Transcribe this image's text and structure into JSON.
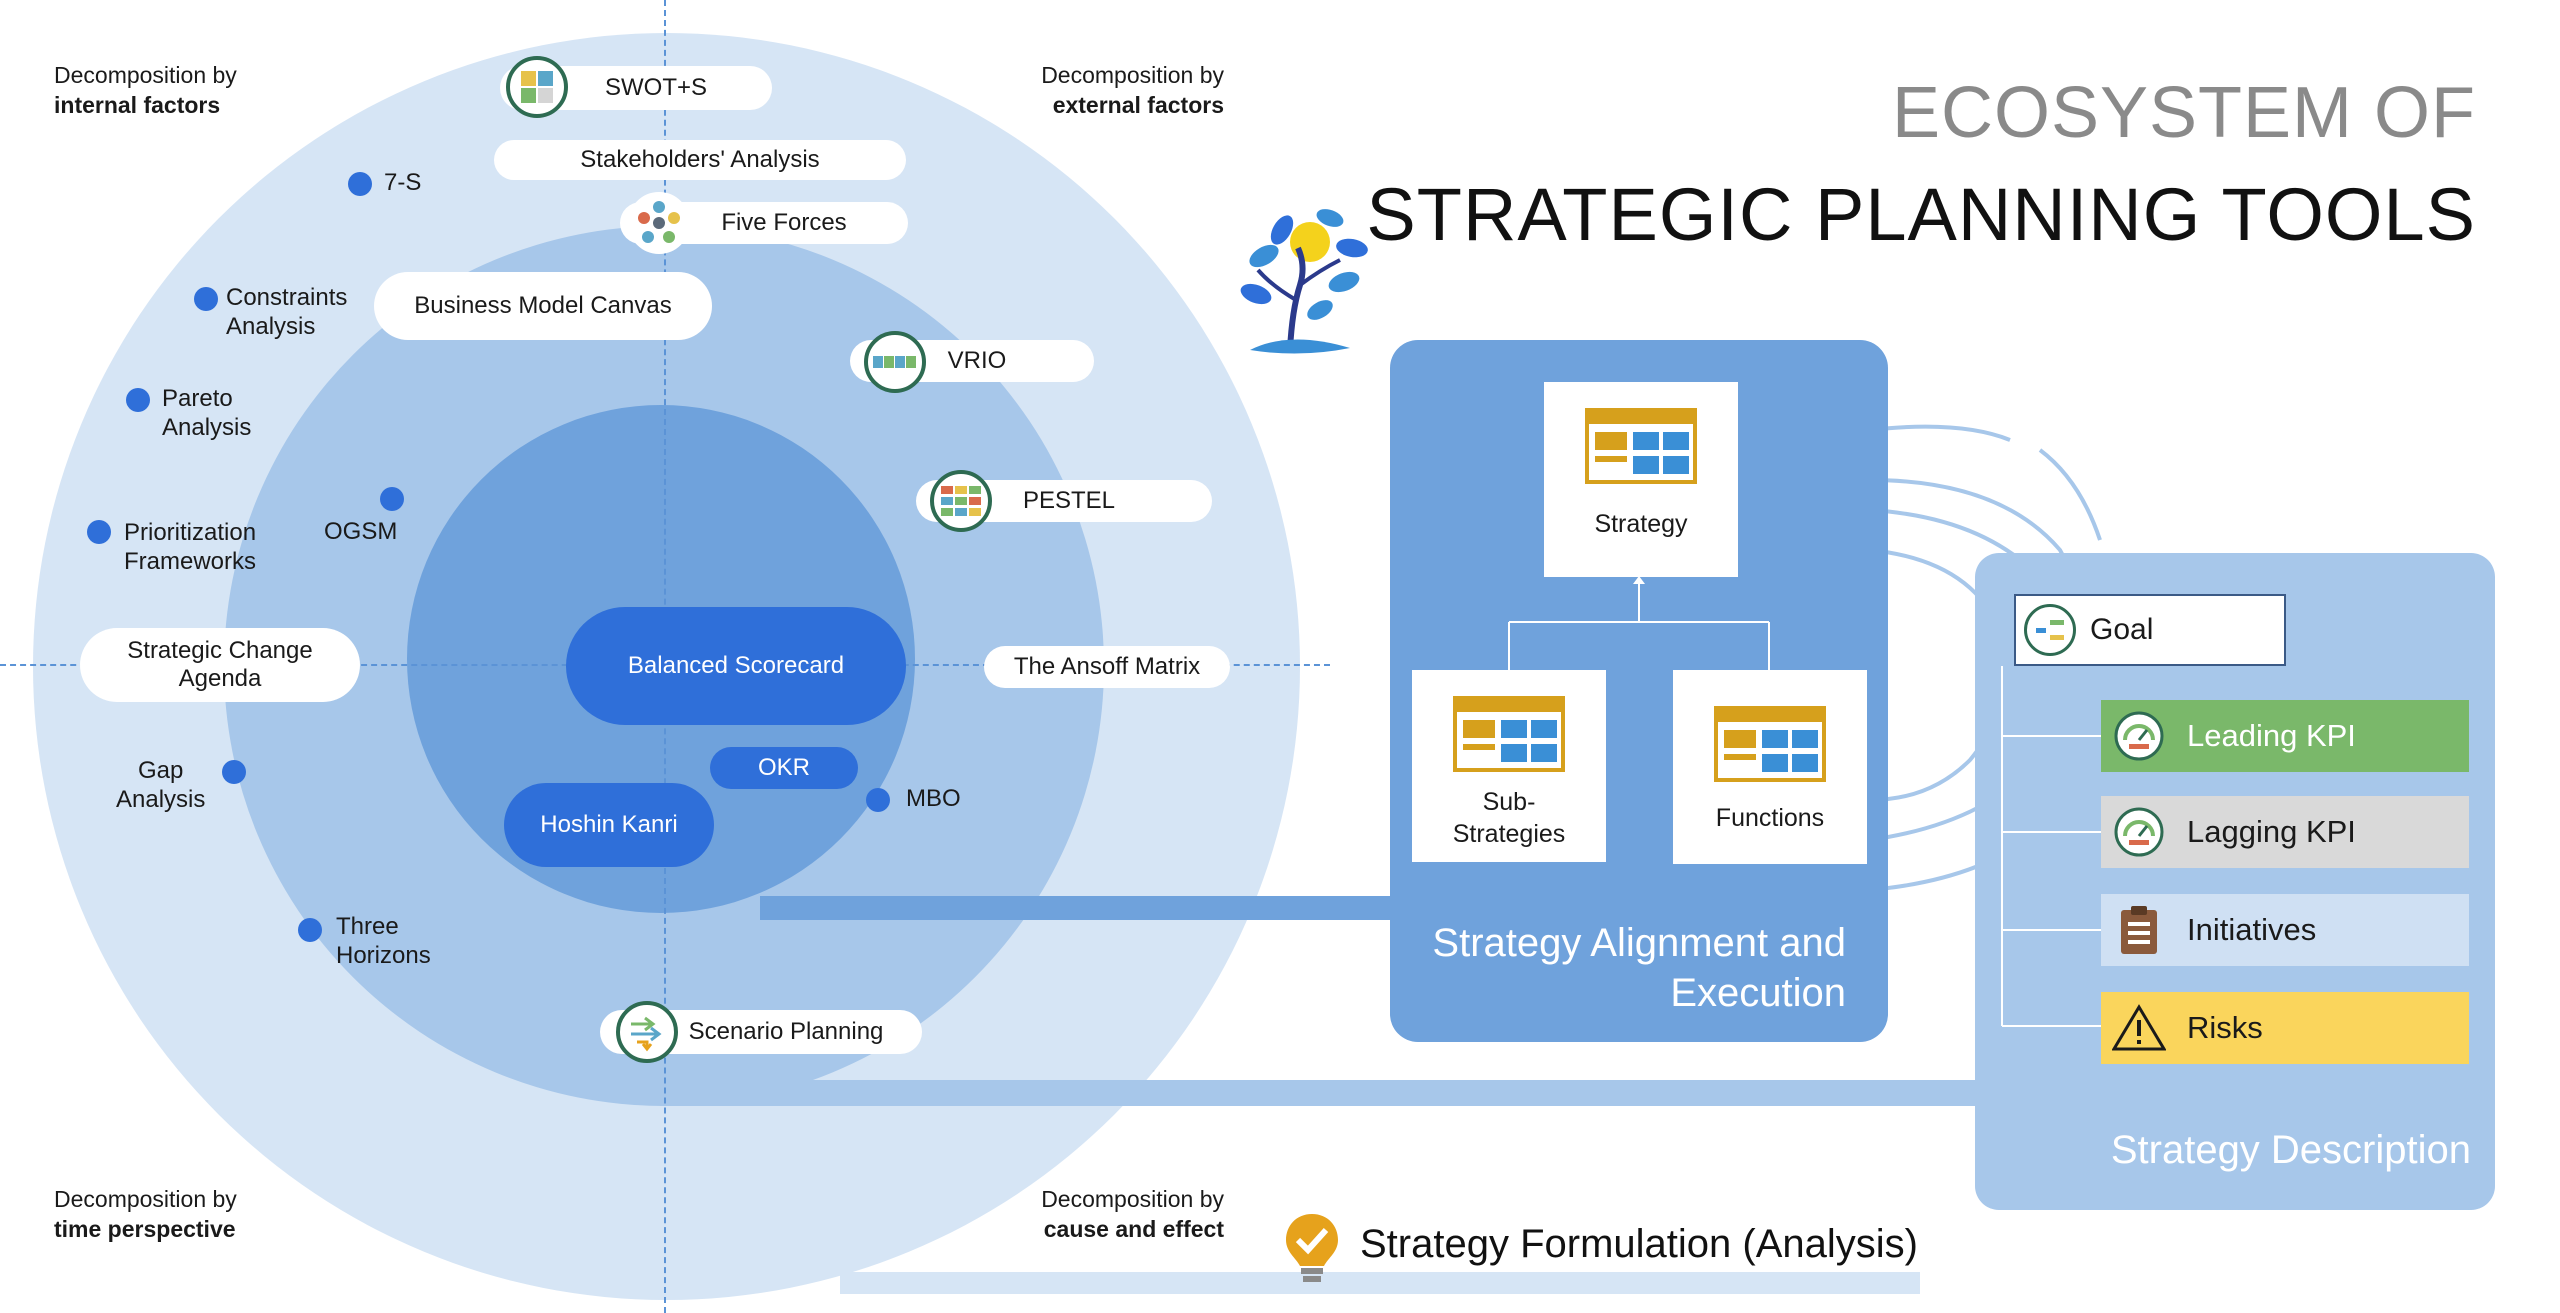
{
  "title": {
    "line1": "ECOSYSTEM OF",
    "line2": "STRATEGIC PLANNING TOOLS"
  },
  "corners": {
    "top_left": {
      "normal": "Decomposition by",
      "bold": "internal factors"
    },
    "top_right": {
      "normal": "Decomposition by",
      "bold": "external factors"
    },
    "bottom_left": {
      "normal": "Decomposition by",
      "bold": "time perspective"
    },
    "bottom_right": {
      "normal": "Decomposition by",
      "bold": "cause and effect"
    }
  },
  "pills": {
    "swot": "SWOT+S",
    "stakeholders": "Stakeholders' Analysis",
    "five_forces": "Five Forces",
    "bmc": "Business Model Canvas",
    "vrio": "VRIO",
    "pestel": "PESTEL",
    "strategic_change_1": "Strategic Change",
    "strategic_change_2": "Agenda",
    "balanced_scorecard": "Balanced Scorecard",
    "ansoff": "The Ansoff Matrix",
    "okr": "OKR",
    "hoshin": "Hoshin Kanri",
    "scenario": "Scenario Planning"
  },
  "dots": {
    "seven_s": "7-S",
    "constraints_1": "Constraints",
    "constraints_2": "Analysis",
    "pareto_1": "Pareto",
    "pareto_2": "Analysis",
    "ogsm": "OGSM",
    "prioritization_1": "Prioritization",
    "prioritization_2": "Frameworks",
    "gap_1": "Gap",
    "gap_2": "Analysis",
    "mbo": "MBO",
    "three_h_1": "Three",
    "three_h_2": "Horizons"
  },
  "alignment": {
    "strategy": "Strategy",
    "sub_1": "Sub-",
    "sub_2": "Strategies",
    "functions": "Functions",
    "title_1": "Strategy Alignment and",
    "title_2": "Execution"
  },
  "description": {
    "goal": "Goal",
    "leading": "Leading KPI",
    "lagging": "Lagging KPI",
    "initiatives": "Initiatives",
    "risks": "Risks",
    "title": "Strategy Description"
  },
  "formulation": "Strategy Formulation (Analysis)",
  "colors": {
    "outer_ring": "#d6e5f5",
    "mid_ring": "#a7c7ea",
    "inner_ring": "#6fa2dc",
    "accent_blue": "#2f6fd9",
    "leading_kpi": "#7ab86a",
    "lagging_kpi": "#d9d9d9",
    "initiatives": "#cfe0f3",
    "risks": "#fad55c",
    "card_icon": "#d6a01c"
  }
}
